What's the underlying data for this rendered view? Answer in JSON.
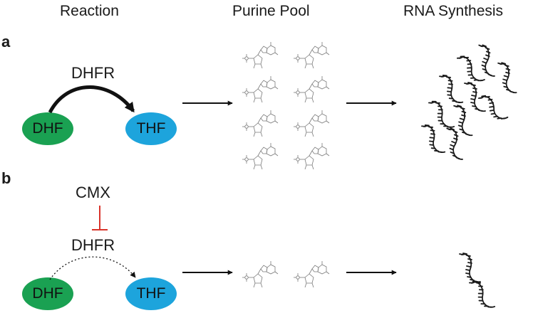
{
  "headers": {
    "reaction": "Reaction",
    "purine_pool": "Purine Pool",
    "rna_synthesis": "RNA Synthesis"
  },
  "panel_a": {
    "label": "a",
    "enzyme": "DHFR",
    "substrate": "DHF",
    "product": "THF",
    "purine_molecules": 8,
    "rna_strands": 10
  },
  "panel_b": {
    "label": "b",
    "inhibitor": "CMX",
    "enzyme": "DHFR",
    "substrate": "DHF",
    "product": "THF",
    "purine_molecules": 2,
    "rna_strands": 2
  },
  "colors": {
    "dhf": "#1aa152",
    "thf": "#1da4dc",
    "inhibition": "#d9342b",
    "arrow": "#111111"
  }
}
